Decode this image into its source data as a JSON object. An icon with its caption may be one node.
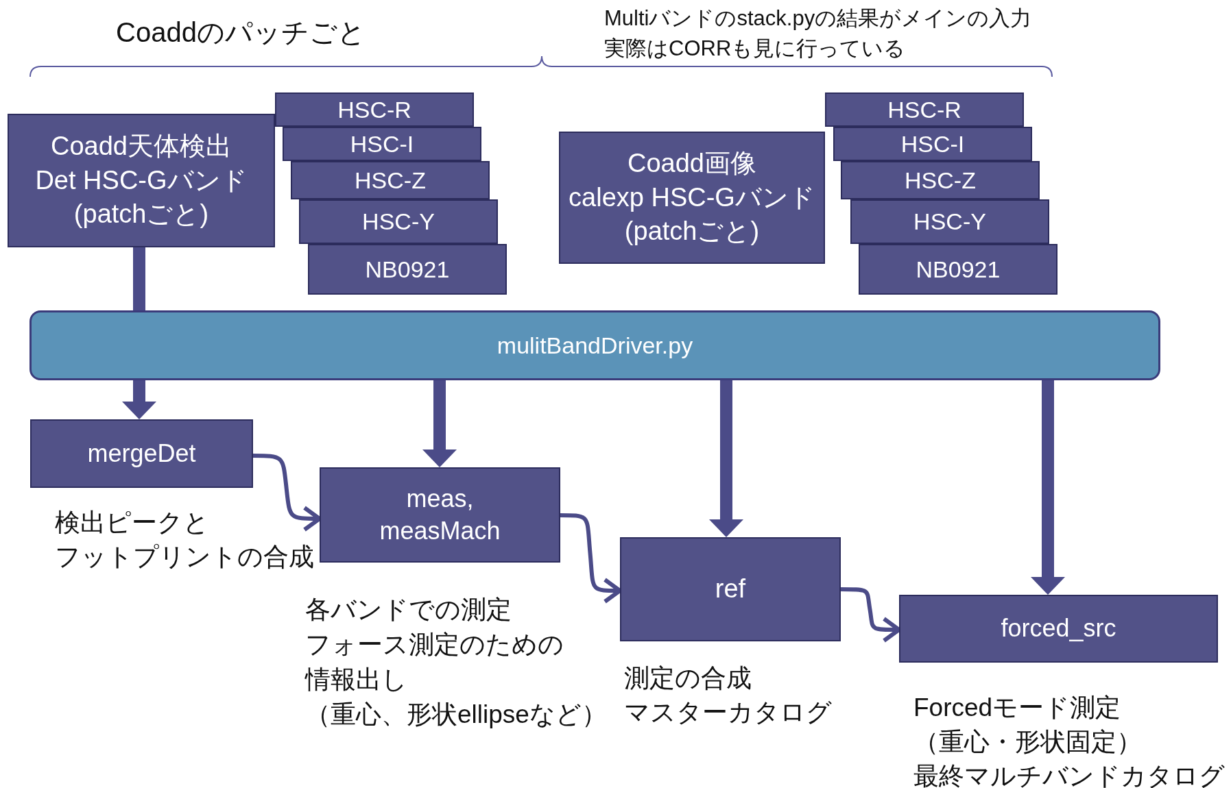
{
  "diagram": {
    "nodes": [
      {
        "text": [
          "Coadd天体検出",
          "Det HSC-Gバンド",
          "(patchごと)"
        ]
      },
      {
        "text": [
          "HSC-R"
        ]
      },
      {
        "text": [
          "HSC-I"
        ]
      },
      {
        "text": [
          "HSC-Z"
        ]
      },
      {
        "text": [
          "HSC-Y"
        ]
      },
      {
        "text": [
          "NB0921"
        ]
      },
      {
        "text": [
          "Coadd画像",
          "calexp HSC-Gバンド",
          "(patchごと)"
        ]
      },
      {
        "text": [
          "HSC-R"
        ]
      },
      {
        "text": [
          "HSC-I"
        ]
      },
      {
        "text": [
          "HSC-Z"
        ]
      },
      {
        "text": [
          "HSC-Y"
        ]
      },
      {
        "text": [
          "NB0921"
        ]
      },
      {
        "text": [
          "mulitBandDriver.py"
        ]
      },
      {
        "text": [
          "mergeDet"
        ],
        "beside": [
          "検出ピークと",
          "フットプリントの合成"
        ]
      },
      {
        "text": [
          "meas, measMach"
        ],
        "beside": [
          "各バンドでの測定",
          "フォース測定のための",
          "情報出し",
          "（重心、形状ellipseなど）"
        ]
      },
      {
        "text": [
          "ref"
        ],
        "beside": [
          "測定の合成",
          "マスターカタログ"
        ]
      },
      {
        "text": [
          "forced_src"
        ],
        "beside": [
          "Forcedモード測定",
          "（重心・形状固定）",
          "最終マルチバンドカタログ"
        ]
      }
    ],
    "edges": [
      {
        "from": 0,
        "to": 12,
        "arrow": "none"
      },
      {
        "from": 12,
        "to": 13,
        "arrow": "to"
      },
      {
        "from": 12,
        "to": 14,
        "arrow": "to"
      },
      {
        "from": 12,
        "to": 15,
        "arrow": "to"
      },
      {
        "from": 12,
        "to": 16,
        "arrow": "to"
      },
      {
        "from": 13,
        "to": 14,
        "arrow": "to"
      },
      {
        "from": 14,
        "to": 15,
        "arrow": "to"
      },
      {
        "from": 15,
        "to": 16,
        "arrow": "to"
      }
    ],
    "labels": [
      "Coaddのパッチごと",
      "Multiバンドのstack.pyの結果がメインの入力",
      "実際はCORRも見に行っている"
    ]
  }
}
